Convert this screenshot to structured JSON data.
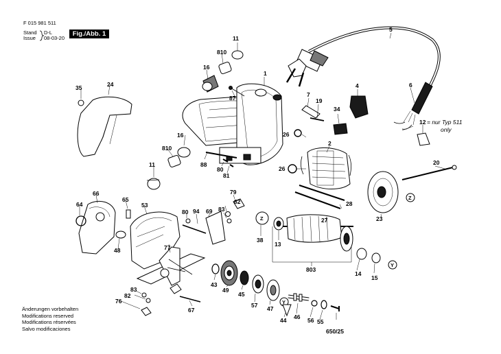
{
  "header": {
    "doc_number": "F 015 981 511",
    "stand_label": "Stand",
    "issue_label": "Issue",
    "stand_mark": "D-L",
    "date": "08-03-20",
    "figure_label": "Fig./Abb. 1"
  },
  "notes": [
    "Änderungen vorbehalten",
    "Modifications reserved",
    "Modifications réservées",
    "Salvo modificaciones"
  ],
  "annotation": {
    "note_line1": "= nur  Typ 511",
    "note_line2": "only"
  },
  "callouts": {
    "c1": "1",
    "c2": "2",
    "c4": "4",
    "c5": "5",
    "c6": "6",
    "c7": "7",
    "c11a": "11",
    "c11b": "11",
    "c12": "12",
    "c13": "13",
    "c14": "14",
    "c15": "15",
    "c16a": "16",
    "c16b": "16",
    "c19": "19",
    "c20": "20",
    "c23": "23",
    "c24": "24",
    "c26a": "26",
    "c26b": "26",
    "c27": "27",
    "c28": "28",
    "c34": "34",
    "c35": "35",
    "c38": "38",
    "c43": "43",
    "c44": "44",
    "c45": "45",
    "c46": "46",
    "c47": "47",
    "c48": "48",
    "c49": "49",
    "c53": "53",
    "c55": "55",
    "c56": "56",
    "c57": "57",
    "c64": "64",
    "c65": "65",
    "c66": "66",
    "c67": "67",
    "c69": "69",
    "c76": "76",
    "c77": "77",
    "c79": "79",
    "c80a": "80",
    "c80b": "80",
    "c81": "81",
    "c82a": "82",
    "c82b": "82",
    "c83a": "83",
    "c83b": "83",
    "c87": "87",
    "c88": "88",
    "c94": "94",
    "c650": "650/25",
    "c803": "803",
    "c810a": "810",
    "c810b": "810",
    "zx1": "Z",
    "zx2": "Z",
    "y1": "Y",
    "y2": "Y"
  }
}
